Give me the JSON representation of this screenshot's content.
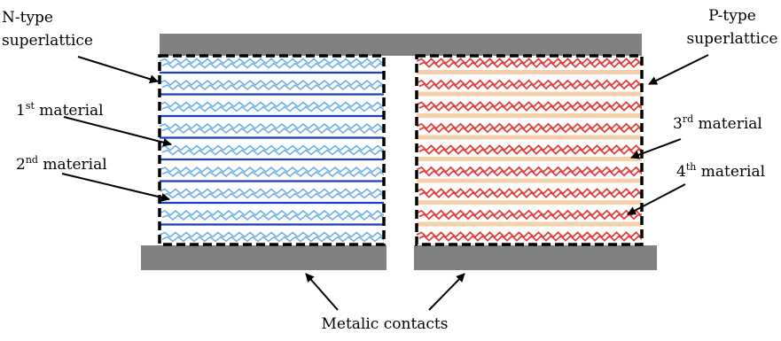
{
  "labels": {
    "n_type_line1": "N-type",
    "n_type_line2": "superlattice",
    "p_type_line1": "P-type",
    "p_type_line2": "superlattice",
    "first_num": "1",
    "first_sup": "st",
    "first_rest": " material",
    "second_num": "2",
    "second_sup": "nd",
    "second_rest": " material",
    "third_num": "3",
    "third_sup": "rd",
    "third_rest": " material",
    "fourth_num": "4",
    "fourth_sup": "th",
    "fourth_rest": " material",
    "contacts": "Metalic contacts"
  },
  "colors": {
    "contact_gray": "#808080",
    "n_wave": "#6fb0e6",
    "n_line": "#1c3fc4",
    "p_wave": "#e0403f",
    "p_band": "#f5cfa8",
    "border": "#000000"
  }
}
